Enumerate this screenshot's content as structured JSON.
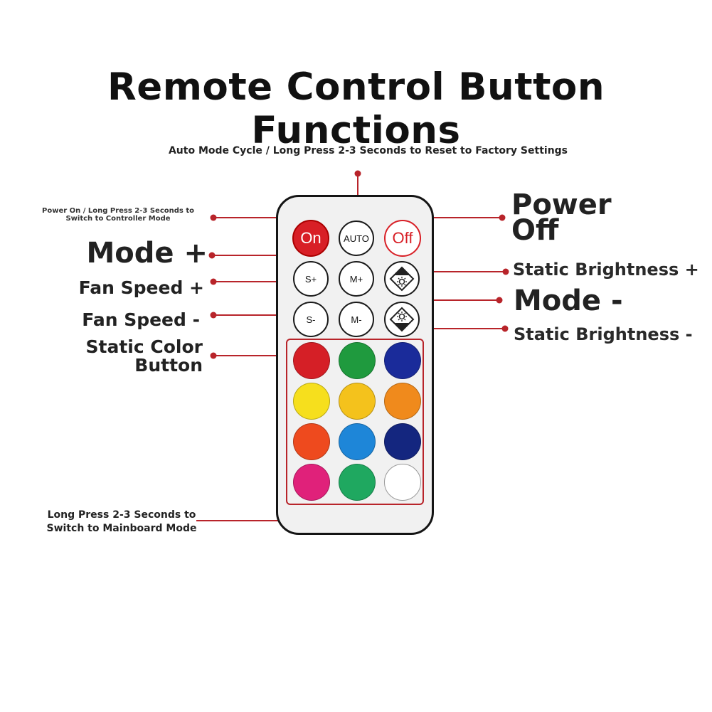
{
  "title": "Remote Control Button Functions",
  "accent_color": "#b8242a",
  "labels": {
    "auto_mode": "Auto Mode Cycle / Long Press 2-3 Seconds to Reset to Factory Settings",
    "power_on_line1": "Power On / Long Press 2-3 Seconds to",
    "power_on_line2": "Switch to Controller Mode",
    "power_off_line1": "Power",
    "power_off_line2": "Off",
    "mode_plus": "Mode +",
    "mode_minus": "Mode -",
    "fan_speed_plus": "Fan Speed +",
    "fan_speed_minus": "Fan Speed -",
    "static_brightness_plus": "Static Brightness +",
    "static_brightness_minus": "Static Brightness -",
    "static_color_line1": "Static Color",
    "static_color_line2": "Button",
    "mainboard_line1": "Long Press 2-3 Seconds to",
    "mainboard_line2": "Switch to Mainboard Mode"
  },
  "remote": {
    "buttons": {
      "on": "On",
      "auto": "AUTO",
      "off": "Off",
      "s_plus": "S+",
      "m_plus": "M+",
      "s_minus": "S-",
      "m_minus": "M-"
    },
    "brightness_icons": [
      "brightness-up-icon",
      "brightness-down-icon"
    ],
    "color_buttons": [
      "#d51f26",
      "#1f9a3e",
      "#1a2b9a",
      "#f6df1d",
      "#f4c21c",
      "#f08a1c",
      "#ee4a1e",
      "#1e86d8",
      "#14267f",
      "#e0217a",
      "#1fa860",
      "#ffffff"
    ]
  }
}
